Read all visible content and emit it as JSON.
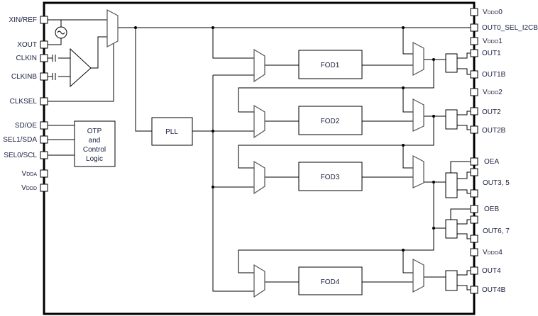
{
  "left_pins": {
    "xin_ref": "XIN/REF",
    "xout": "XOUT",
    "clkin": "CLKIN",
    "clkinb": "CLKINB",
    "clksel": "CLKSEL",
    "sd_oe": "SD/OE",
    "sel1_sda": "SEL1/SDA",
    "sel0_scl": "SEL0/SCL",
    "vdda": {
      "v": "V",
      "sub": "DDA"
    },
    "vddd": {
      "v": "V",
      "sub": "DDD"
    }
  },
  "right_pins": {
    "vddo0": {
      "v": "V",
      "sub": "DDO",
      "suffix": "0"
    },
    "out0_sel_i2cb": "OUT0_SEL_I2CB",
    "vddo1": {
      "v": "V",
      "sub": "DDO",
      "suffix": "1"
    },
    "out1": "OUT1",
    "out1b": "OUT1B",
    "vddo2": {
      "v": "V",
      "sub": "DDO",
      "suffix": "2"
    },
    "out2": "OUT2",
    "out2b": "OUT2B",
    "oea": "OEA",
    "out3_5": "OUT3, 5",
    "oeb": "OEB",
    "out6_7": "OUT6, 7",
    "vddo4": {
      "v": "V",
      "sub": "DDO",
      "suffix": "4"
    },
    "out4": "OUT4",
    "out4b": "OUT4B"
  },
  "blocks": {
    "otp": [
      "OTP",
      "and",
      "Control",
      "Logic"
    ],
    "pll": "PLL",
    "fod1": "FOD1",
    "fod2": "FOD2",
    "fod3": "FOD3",
    "fod4": "FOD4"
  }
}
